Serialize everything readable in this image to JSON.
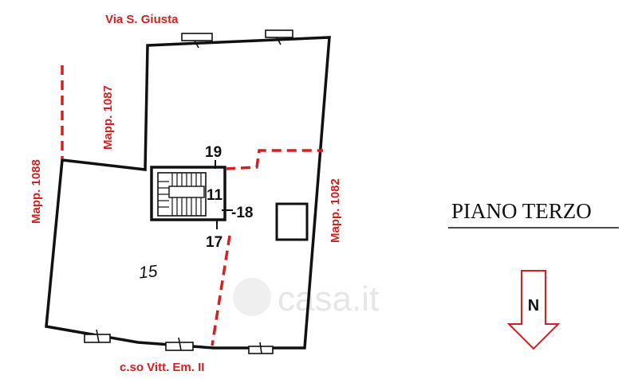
{
  "streets": {
    "north": "Via S. Giusta",
    "south": "c.so Vitt. Em. II"
  },
  "parcels": {
    "p1087": "Mapp. 1087",
    "p1088": "Mapp. 1088",
    "p1082": "Mapp. 1082"
  },
  "rooms": {
    "r19": "19",
    "r11": "11",
    "r18": "-18",
    "r17": "17",
    "r15": "15"
  },
  "floor_title": "PIANO TERZO",
  "north_arrow": {
    "label": "N"
  },
  "watermark": "casa.it",
  "colors": {
    "boundary": "#d42020",
    "lines": "#111111"
  }
}
